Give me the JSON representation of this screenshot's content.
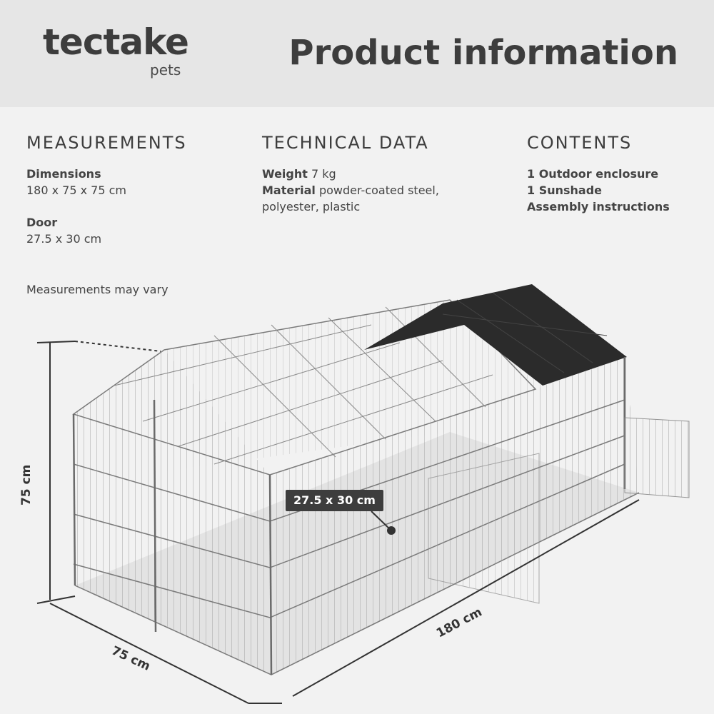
{
  "brand": {
    "name": "tectake",
    "sub": "pets"
  },
  "title": "Product information",
  "measurements": {
    "heading": "MEASUREMENTS",
    "dimensions_label": "Dimensions",
    "dimensions_value": "180 x 75 x 75 cm",
    "door_label": "Door",
    "door_value": "27.5 x 30 cm",
    "note": "Measurements may vary"
  },
  "technical": {
    "heading": "TECHNICAL DATA",
    "weight_label": "Weight",
    "weight_value": "7 kg",
    "material_label": "Material",
    "material_value_1": "powder-coated steel,",
    "material_value_2": "polyester, plastic"
  },
  "contents": {
    "heading": "CONTENTS",
    "items": [
      "1 Outdoor enclosure",
      "1 Sunshade",
      "Assembly instructions"
    ]
  },
  "diagram": {
    "height_label": "75 cm",
    "width_label": "75 cm",
    "length_label": "180 cm",
    "door_callout": "27.5 x 30 cm"
  },
  "colors": {
    "header_bg": "#e6e6e6",
    "body_bg": "#f2f2f2",
    "text": "#3d3d3d",
    "shade": "#2b2b2b"
  }
}
